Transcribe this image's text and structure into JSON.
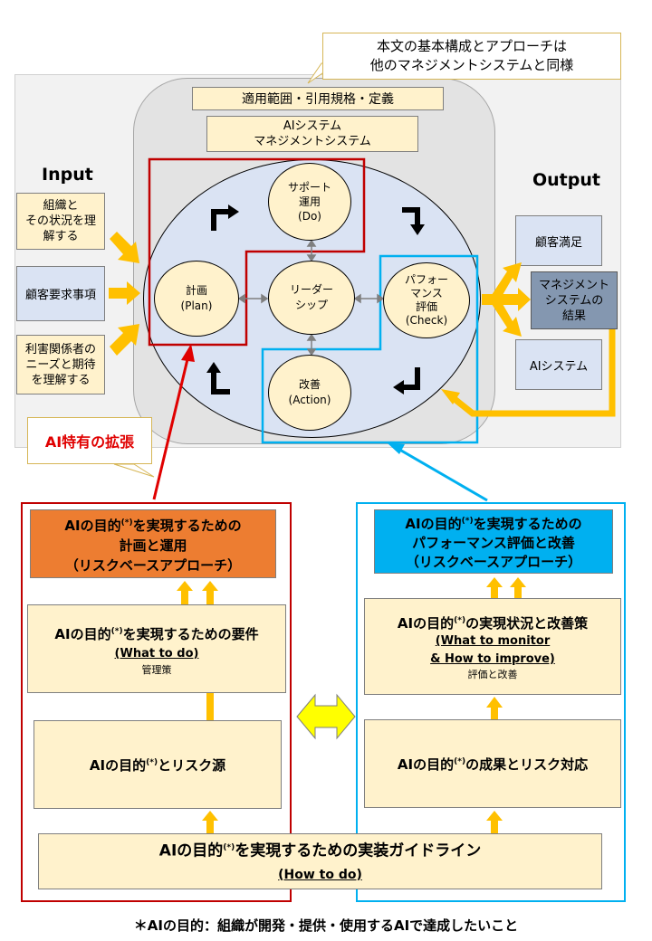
{
  "callout_top": {
    "line1": "本文の基本構成とアプローチは",
    "line2": "他のマネジメントシステムと同様"
  },
  "header_scope": "適用範囲・引用規格・定義",
  "header_ai": {
    "line1": "AIシステム",
    "line2": "マネジメントシステム"
  },
  "input_title": "Input",
  "output_title": "Output",
  "inputs": [
    {
      "lines": [
        "組織と",
        "その状況を理",
        "解する"
      ]
    },
    {
      "lines": [
        "顧客要求事項"
      ]
    },
    {
      "lines": [
        "利害関係者の",
        "ニーズと期待",
        "を理解する"
      ]
    }
  ],
  "outputs": [
    {
      "lines": [
        "顧客満足"
      ]
    },
    {
      "lines": [
        "マネジメント",
        "システムの",
        "結果"
      ]
    },
    {
      "lines": [
        "AIシステム"
      ]
    }
  ],
  "cycle": {
    "support": {
      "lines": [
        "サポート",
        "運用",
        "(Do)"
      ]
    },
    "plan": {
      "lines": [
        "計画",
        "(Plan)"
      ]
    },
    "leadership": {
      "lines": [
        "リーダー",
        "シップ"
      ]
    },
    "check": {
      "lines": [
        "パフォー",
        "マンス",
        "評価",
        "(Check)"
      ]
    },
    "action": {
      "lines": [
        "改善",
        "(Action)"
      ]
    }
  },
  "callout_ai": "AI特有の拡張",
  "left_panel": {
    "top": {
      "line1a": "AIの目的",
      "line1b": "を実現するための",
      "line2": "計画と運用",
      "line3": "（リスクベースアプローチ）"
    },
    "mid": {
      "line1a": "AIの目的",
      "line1b": "を実現するための要件",
      "line2": "(What to do)",
      "line3": "管理策"
    },
    "bottom": {
      "a": "AIの目的",
      "b": "とリスク源"
    }
  },
  "right_panel": {
    "top": {
      "line1a": "AIの目的",
      "line1b": "を実現するための",
      "line2": "パフォーマンス評価と改善",
      "line3": "（リスクベースアプローチ）"
    },
    "mid": {
      "line1a": "AIの目的",
      "line1b": "の実現状況と改善策",
      "line2": "(What to monitor",
      "line3": "& How to improve)",
      "line4": "評価と改善"
    },
    "bottom": {
      "a": "AIの目的",
      "b": "の成果とリスク対応"
    }
  },
  "guideline": {
    "line1a": "AIの目的",
    "line1b": "を実現するための実装ガイドライン",
    "line2": "(How to do)"
  },
  "asterisk": "(*)",
  "footnote": "＊AIの目的：組織が開発・提供・使用するAIで達成したいこと",
  "colors": {
    "red": "#c00000",
    "blue": "#00b0f0",
    "orange": "#ed7d31",
    "arrow": "#ffc000",
    "tan": "#fff2cc",
    "lavender": "#dae3f3",
    "slate": "#8497b0"
  }
}
